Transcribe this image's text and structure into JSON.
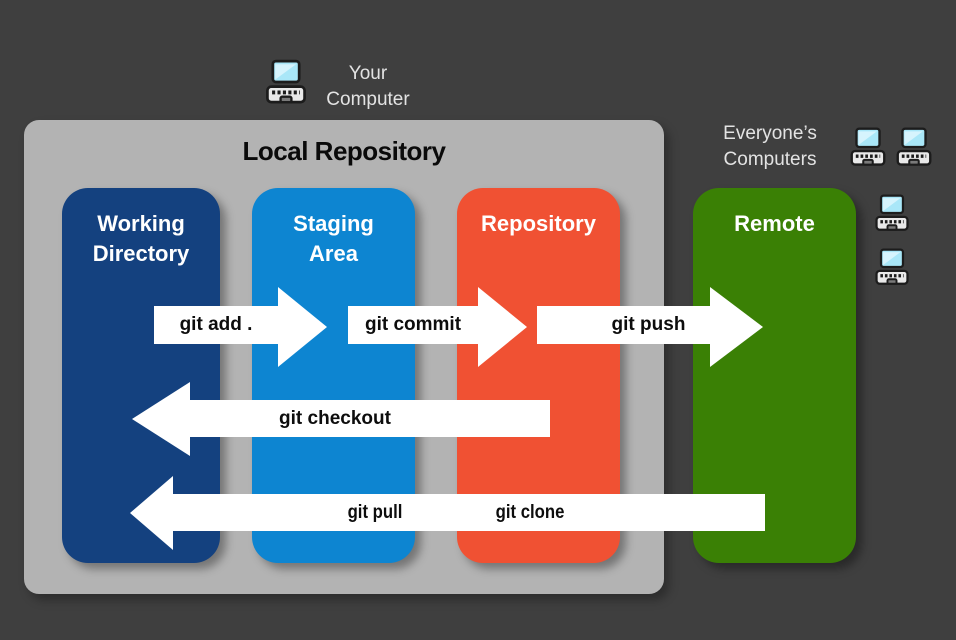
{
  "diagram": {
    "title": "Local Repository",
    "background_color": "#3f3f3f",
    "container_color": "#b3b3b3"
  },
  "annotations": {
    "your_computer": {
      "line1": "Your",
      "line2": "Computer"
    },
    "everyones_computers": {
      "line1": "Everyone’s",
      "line2": "Computers"
    }
  },
  "columns": [
    {
      "id": "working-directory",
      "label_lines": [
        "Working",
        "Directory"
      ],
      "color": "#14417f"
    },
    {
      "id": "staging-area",
      "label_lines": [
        "Staging",
        "Area"
      ],
      "color": "#0d85d1"
    },
    {
      "id": "repository",
      "label_lines": [
        "Repository"
      ],
      "color": "#f05133"
    },
    {
      "id": "remote",
      "label_lines": [
        "Remote"
      ],
      "color": "#3a8005"
    }
  ],
  "arrows": [
    {
      "id": "git-add",
      "label": "git add .",
      "direction": "right",
      "from": "working-directory",
      "to": "staging-area"
    },
    {
      "id": "git-commit",
      "label": "git commit",
      "direction": "right",
      "from": "staging-area",
      "to": "repository"
    },
    {
      "id": "git-push",
      "label": "git push",
      "direction": "right",
      "from": "repository",
      "to": "remote"
    },
    {
      "id": "git-checkout",
      "label": "git checkout",
      "direction": "left",
      "from": "repository",
      "to": "working-directory"
    },
    {
      "id": "git-pull-clone",
      "labels": {
        "pull": "git pull",
        "clone": "git clone"
      },
      "direction": "left",
      "from": "remote",
      "to": "working-directory"
    }
  ],
  "colors": {
    "arrow_fill": "#ffffff",
    "arrow_label_text": "#0d0d0d",
    "annotation_text": "#e3e3e3",
    "title_text": "#0a0a0a",
    "column_header_text": "#ffffff",
    "laptop_screen": "#a9e7f8"
  },
  "icons": {
    "laptop": "laptop-icon"
  }
}
